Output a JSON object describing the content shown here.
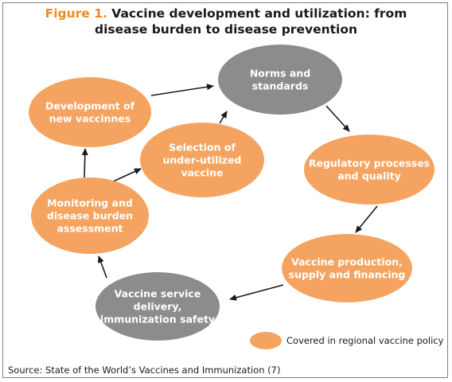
{
  "title": {
    "figure_label": "Figure 1.",
    "line1": "Vaccine development and utilization: from",
    "line2": "disease burden to disease prevention"
  },
  "nodes": [
    {
      "id": "norms",
      "lines": [
        "Norms and",
        "standards"
      ],
      "fill": "#8c8c8c"
    },
    {
      "id": "regulatory",
      "lines": [
        "Regulatory processes",
        "and quality"
      ],
      "fill": "#f4a460"
    },
    {
      "id": "production",
      "lines": [
        "Vaccine production,",
        "supply and financing"
      ],
      "fill": "#f4a460"
    },
    {
      "id": "service",
      "lines": [
        "Vaccine service",
        "delivery,",
        "immunization safety"
      ],
      "fill": "#8c8c8c"
    },
    {
      "id": "monitoring",
      "lines": [
        "Monitoring and",
        "disease burden",
        "assessment"
      ],
      "fill": "#f4a460"
    },
    {
      "id": "development",
      "lines": [
        "Development of",
        "new vaccinnes"
      ],
      "fill": "#f4a460"
    },
    {
      "id": "selection",
      "lines": [
        "Selection of",
        "under-utilized",
        "vaccine"
      ],
      "fill": "#f4a460"
    }
  ],
  "edges": [
    {
      "from": "development",
      "to": "norms"
    },
    {
      "from": "selection",
      "to": "norms"
    },
    {
      "from": "norms",
      "to": "regulatory"
    },
    {
      "from": "regulatory",
      "to": "production"
    },
    {
      "from": "production",
      "to": "service"
    },
    {
      "from": "service",
      "to": "monitoring"
    },
    {
      "from": "monitoring",
      "to": "development"
    },
    {
      "from": "monitoring",
      "to": "selection"
    }
  ],
  "legend": {
    "label": "Covered in regional vaccine policy",
    "color": "#f4a460"
  },
  "source": "Source: State of the World’s Vaccines and Immunization (7)"
}
